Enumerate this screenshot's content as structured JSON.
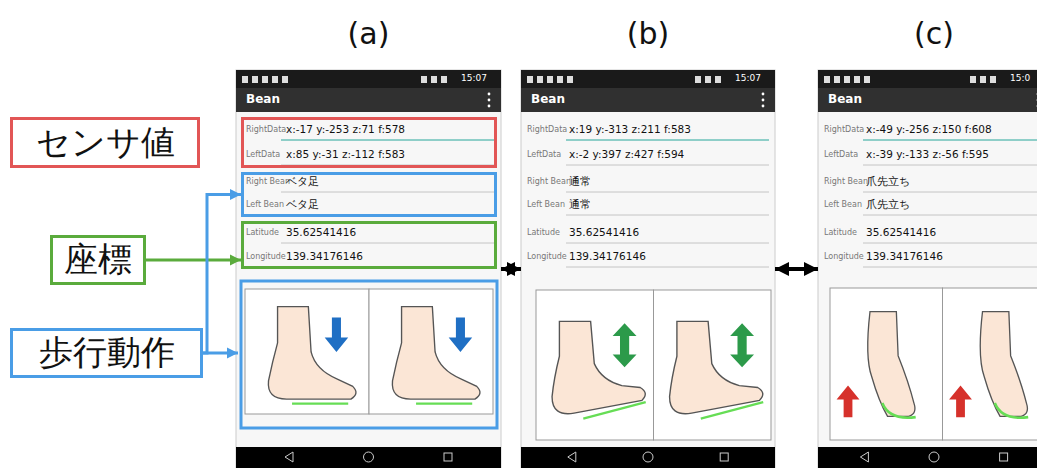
{
  "diagram": {
    "nodes": [
      {
        "text": [
          "(a)",
          "15:07",
          "Bean"
        ]
      },
      {
        "text": [
          "RightData",
          "x:-17 y:-253 z:71 f:578",
          "LeftData",
          "x:85 y:-31 z:-112 f:583"
        ],
        "in": 0
      },
      {
        "text": [
          "Right Bean",
          "ベタ足",
          "Left Bean",
          "ベタ足"
        ],
        "in": 0
      },
      {
        "text": [
          "Latitude",
          "35.62541416",
          "Longitude",
          "139.34176146"
        ],
        "in": 0
      },
      {
        "text": [
          "(b)",
          "15:07",
          "Bean",
          "RightData",
          "x:19 y:-313 z:211 f:583",
          "LeftData",
          "x:-2 y:397 z:427 f:594",
          "Right Bean",
          "通常",
          "Left Bean",
          "通常",
          "Latitude",
          "35.62541416",
          "Longitude",
          "139.34176146"
        ]
      },
      {
        "text": [
          "(c)",
          "15:0",
          "Bean",
          "RightData",
          "x:-49 y:-256 z:150 f:608",
          "LeftData",
          "x:-39 y:-133 z:-56 f:595",
          "Right Bean",
          "爪先立ち",
          "Left Bean",
          "爪先立ち",
          "Latitude",
          "35.62541416",
          "Longitude",
          "139.34176146"
        ]
      },
      {
        "text": [
          "センサ値"
        ]
      },
      {
        "text": [
          "座標"
        ]
      },
      {
        "text": [
          "歩行動作"
        ]
      }
    ],
    "edges": [
      {
        "from": 0,
        "to": 4,
        "arrow": "both"
      },
      {
        "from": 4,
        "to": 5,
        "arrow": "both"
      },
      {
        "from": 7,
        "to": 3,
        "arrow": "to"
      },
      {
        "from": 8,
        "to": 2,
        "arrow": "to"
      }
    ]
  }
}
